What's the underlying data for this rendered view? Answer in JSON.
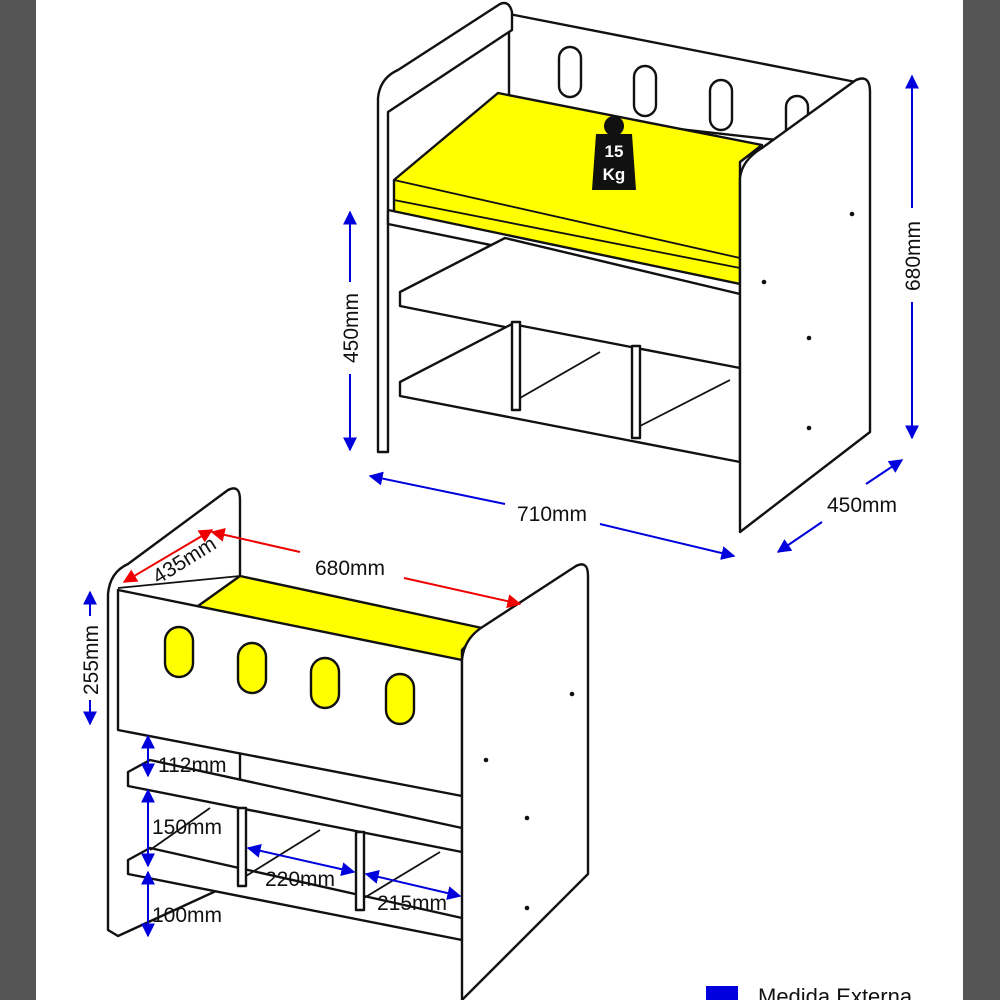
{
  "colors": {
    "frame": "#555555",
    "cushion": "#ffff00",
    "external_arrow": "#0000dd",
    "internal_arrow": "#ee0000",
    "line": "#111111"
  },
  "weight_tag": {
    "line1": "15",
    "line2": "Kg"
  },
  "top_view": {
    "height_label": "450mm",
    "total_height_label": "680mm",
    "width_label": "710mm",
    "depth_label": "450mm"
  },
  "bottom_view": {
    "depth_label": "435mm",
    "width_label": "680mm",
    "back_height_label": "255mm",
    "gap1_label": "112mm",
    "gap2_label": "150mm",
    "gap3_label": "100mm",
    "cubby1_label": "220mm",
    "cubby2_label": "215mm"
  },
  "legend": {
    "label": "Medida Externa",
    "icon": "blue-square-icon"
  }
}
